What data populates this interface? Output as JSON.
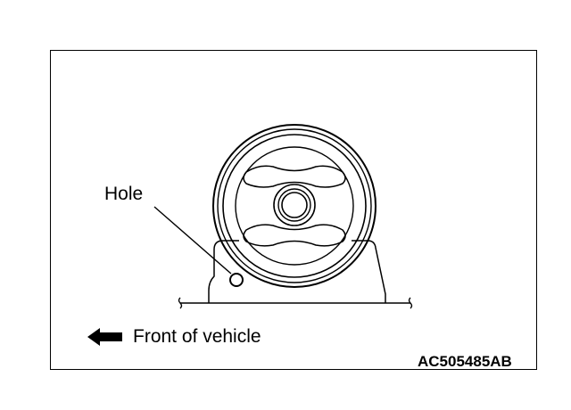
{
  "labels": {
    "hole": "Hole",
    "front_of_vehicle": "Front of vehicle",
    "figure_code": "AC505485AB"
  },
  "icons": {
    "direction_arrow": "arrow-left-icon"
  },
  "colors": {
    "line": "#000000",
    "background": "#ffffff"
  }
}
